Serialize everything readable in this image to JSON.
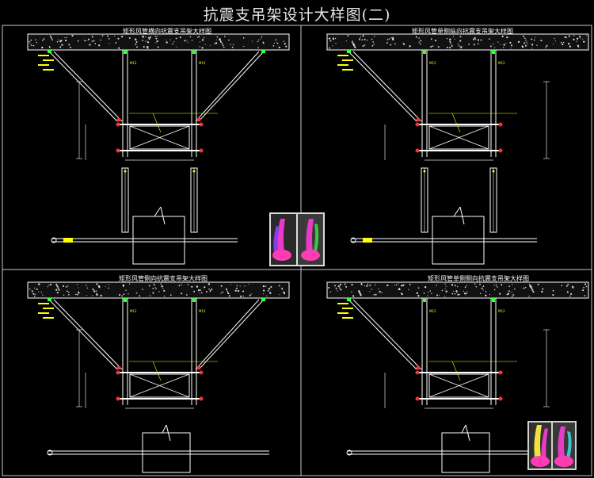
{
  "main_title": "抗震支吊架设计大样图(二)",
  "panels": [
    {
      "title": "矩形风管横向抗震支吊架大样图"
    },
    {
      "title": "矩形风管单侧纵向抗震支吊架大样图"
    },
    {
      "title": "矩形风管侧向抗震支吊架大样图"
    },
    {
      "title": "矩形风管单侧侧向抗震支吊架大样图"
    }
  ],
  "colors": {
    "background": "#000000",
    "lines": "#ffffff",
    "accent": "#ffff00",
    "markers": "#ff3030",
    "border": "#c8c8c8",
    "dimension": "#e0e0e0"
  },
  "icons": [
    "thumbnail-image-top",
    "thumbnail-image-bottom"
  ]
}
